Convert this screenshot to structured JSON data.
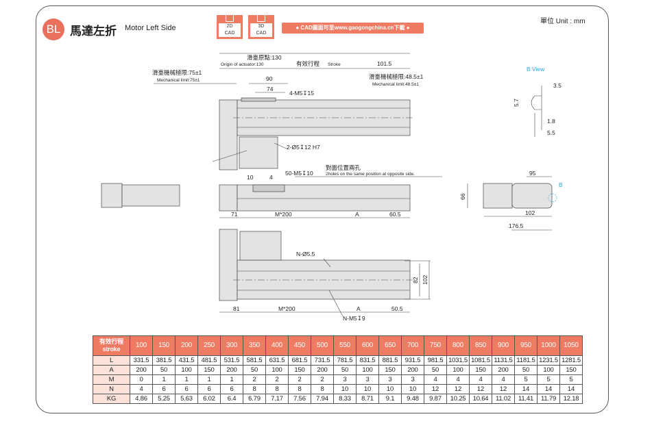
{
  "header": {
    "badge": "BL",
    "title_cn": "馬達左折",
    "title_en": "Motor Left Side",
    "cad_2d": [
      "2D",
      "CAD"
    ],
    "cad_3d": [
      "3D",
      "CAD"
    ],
    "cad_link": "● CAD圖面可至www.gaogongchina.cn下載 ●",
    "unit": "單位 Unit : mm"
  },
  "colors": {
    "accent": "#ef7b63",
    "blue": "#29a3e0"
  },
  "drawing": {
    "origin_cn": "滑臺原點:130",
    "origin_en": "Origin of actuator:130",
    "stroke_cn": "有效行程",
    "stroke_en": "Stroke",
    "d101_5": "101.5",
    "mech_left_cn": "滑臺機械極限:75±1",
    "mech_left_en": "Mechanical limit:75±1",
    "mech_right_cn": "滑臺機械極限:48.5±1",
    "mech_right_en": "Mechanical limit:48.5±1",
    "d90": "90",
    "d74": "74",
    "m5_15": "4-M5↧15",
    "pin": "2-Ø5↧12 H7",
    "d10": "10",
    "d4": "4",
    "m5_10": "50-M5↧10",
    "opp_cn": "對面位置兩孔",
    "opp_en": "2holes on the same position at opposite side.",
    "d71": "71",
    "m200_top": "M*200",
    "a_top": "A",
    "d60_5": "60.5",
    "n_d55": "N-Ø5.5",
    "d82": "82",
    "d102v": "102",
    "d81": "81",
    "m200_bot": "M*200",
    "a_bot": "A",
    "d50_5": "50.5",
    "n_m5_9": "N-M5↧9",
    "b_view": "B  View",
    "d3_5": "3.5",
    "d5_7": "5.7",
    "d1_8": "1.8",
    "d5_5": "5.5",
    "d95": "95",
    "d66": "66",
    "b_mark": "B",
    "d102h": "102",
    "d176_5": "176.5"
  },
  "table": {
    "header_label": [
      "有效行程",
      "stroke"
    ],
    "strokes": [
      "100",
      "150",
      "200",
      "250",
      "300",
      "350",
      "400",
      "450",
      "500",
      "550",
      "600",
      "650",
      "700",
      "750",
      "800",
      "850",
      "900",
      "950",
      "1000",
      "1050"
    ],
    "rows": [
      {
        "label": "L",
        "values": [
          "331.5",
          "381.5",
          "431.5",
          "481.5",
          "531.5",
          "581.5",
          "631.5",
          "681.5",
          "731.5",
          "781.5",
          "831.5",
          "881.5",
          "931.5",
          "981.5",
          "1031.5",
          "1081.5",
          "1131.5",
          "1181.5",
          "1231.5",
          "1281.5"
        ]
      },
      {
        "label": "A",
        "values": [
          "200",
          "50",
          "100",
          "150",
          "200",
          "50",
          "100",
          "150",
          "200",
          "50",
          "100",
          "150",
          "200",
          "50",
          "100",
          "150",
          "200",
          "50",
          "100",
          "150"
        ]
      },
      {
        "label": "M",
        "values": [
          "0",
          "1",
          "1",
          "1",
          "1",
          "2",
          "2",
          "2",
          "2",
          "3",
          "3",
          "3",
          "3",
          "4",
          "4",
          "4",
          "4",
          "5",
          "5",
          "5"
        ]
      },
      {
        "label": "N",
        "values": [
          "4",
          "6",
          "6",
          "6",
          "6",
          "8",
          "8",
          "8",
          "8",
          "10",
          "10",
          "10",
          "10",
          "12",
          "12",
          "12",
          "12",
          "14",
          "14",
          "14"
        ]
      },
      {
        "label": "KG",
        "values": [
          "4.86",
          "5.25",
          "5.63",
          "6.02",
          "6.4",
          "6.79",
          "7.17",
          "7.56",
          "7.94",
          "8.33",
          "8.71",
          "9.1",
          "9.48",
          "9.87",
          "10.25",
          "10.64",
          "11.02",
          "11.41",
          "11.79",
          "12.18"
        ]
      }
    ]
  }
}
